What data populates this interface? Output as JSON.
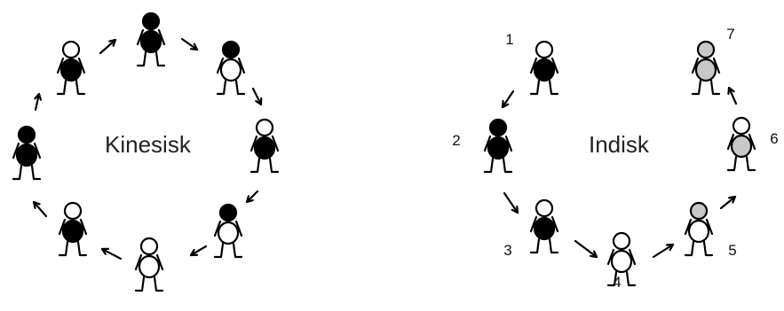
{
  "diagram": {
    "colors": {
      "filled": "#000000",
      "empty": "#ffffff",
      "gray": "#c8c8c8",
      "line": "#000000"
    },
    "left_cycle": {
      "label": "Kinesisk",
      "figures": [
        {
          "head": "filled",
          "body": "filled"
        },
        {
          "head": "filled",
          "body": "empty"
        },
        {
          "head": "empty",
          "body": "filled"
        },
        {
          "head": "filled",
          "body": "empty"
        },
        {
          "head": "empty",
          "body": "empty"
        },
        {
          "head": "empty",
          "body": "filled"
        },
        {
          "head": "filled",
          "body": "filled"
        },
        {
          "head": "empty",
          "body": "filled"
        }
      ]
    },
    "right_cycle": {
      "label": "Indisk",
      "figures": [
        {
          "number": "1",
          "head": "empty",
          "body": "filled"
        },
        {
          "number": "2",
          "head": "filled",
          "body": "filled"
        },
        {
          "number": "3",
          "head": "empty",
          "body": "filled"
        },
        {
          "number": "4",
          "head": "empty",
          "body": "empty"
        },
        {
          "number": "5",
          "head": "gray",
          "body": "empty"
        },
        {
          "number": "6",
          "head": "empty",
          "body": "gray"
        },
        {
          "number": "7",
          "head": "gray",
          "body": "gray"
        }
      ]
    }
  }
}
